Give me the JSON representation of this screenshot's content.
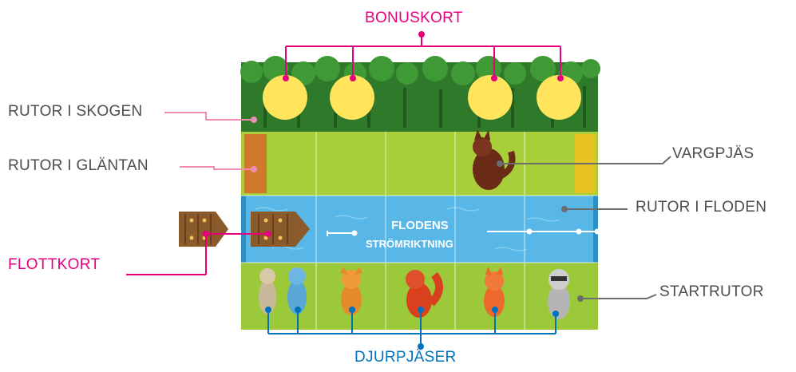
{
  "labels": {
    "bonuskort": "BONUSKORT",
    "rutor_skogen": "RUTOR I SKOGEN",
    "rutor_glantan": "RUTOR I GLÄNTAN",
    "vargpjas": "VARGPJÄS",
    "rutor_floden": "RUTOR I FLODEN",
    "flottkort": "FLOTTKORT",
    "startrutor": "STARTRUTOR",
    "djurpjaser": "DJURPJÄSER"
  },
  "board": {
    "flow_line1": "FLODENS",
    "flow_line2": "STRÖMRIKTNING"
  },
  "colors": {
    "pink": "#e6007e",
    "blue": "#0072bc",
    "gray_text": "#4d4d4d",
    "forest": "#2f7a2a",
    "meadow": "#a8cf3a",
    "river": "#58b7e6",
    "bonus_token": "#ffe45c"
  }
}
